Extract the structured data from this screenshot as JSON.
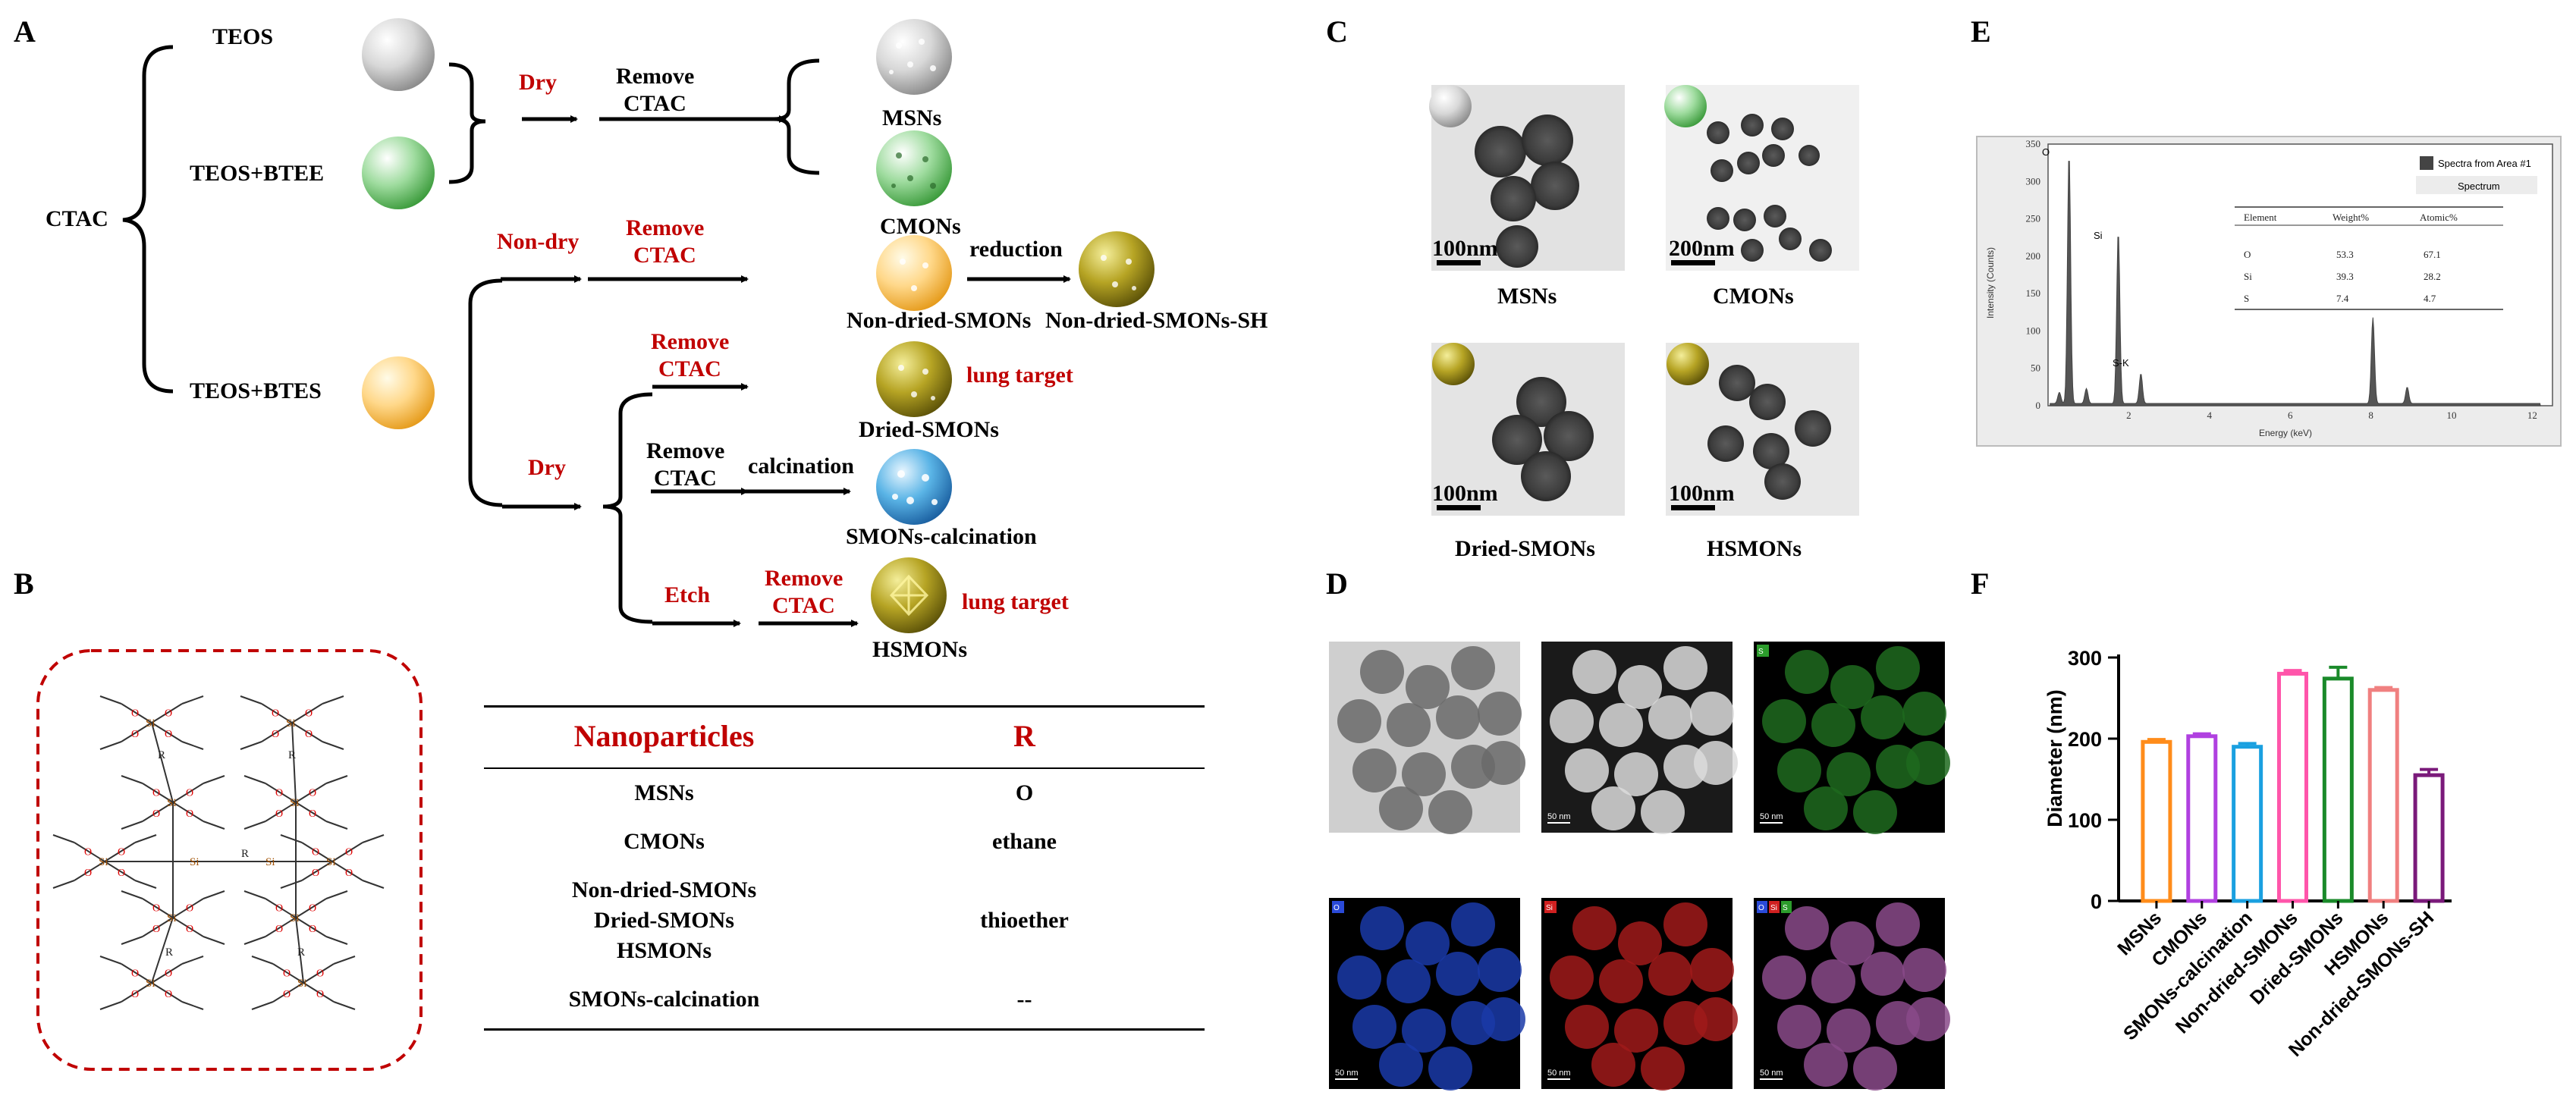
{
  "panels": {
    "A": "A",
    "B": "B",
    "C": "C",
    "D": "D",
    "E": "E",
    "F": "F"
  },
  "scheme": {
    "ctac": "CTAC",
    "teos": "TEOS",
    "teos_btee": "TEOS+BTEE",
    "teos_btes": "TEOS+BTES",
    "dry1": "Dry",
    "remove1_l1": "Remove",
    "remove1_l2": "CTAC",
    "msns": "MSNs",
    "cmons": "CMONs",
    "nondry": "Non-dry",
    "remove2_l1": "Remove",
    "remove2_l2": "CTAC",
    "reduction": "reduction",
    "nondried_smons": "Non-dried-SMONs",
    "nondried_smons_sh": "Non-dried-SMONs-SH",
    "dry2": "Dry",
    "remove3_l1": "Remove",
    "remove3_l2": "CTAC",
    "dried_smons": "Dried-SMONs",
    "lung_target1": "lung target",
    "remove4_l1": "Remove",
    "remove4_l2": "CTAC",
    "calcination": "calcination",
    "smons_calcination": "SMONs-calcination",
    "etch": "Etch",
    "remove5_l1": "Remove",
    "remove5_l2": "CTAC",
    "lung_target2": "lung target",
    "hsmons": "HSMONs"
  },
  "structure": {
    "si": "Si",
    "o": "O",
    "r": "R"
  },
  "table": {
    "headers": [
      "Nanoparticles",
      "R"
    ],
    "rows": [
      {
        "name_lines": [
          "MSNs"
        ],
        "r": "O"
      },
      {
        "name_lines": [
          "CMONs"
        ],
        "r": "ethane"
      },
      {
        "name_lines": [
          "Non-dried-SMONs",
          "Dried-SMONs",
          "HSMONs"
        ],
        "r": "thioether"
      },
      {
        "name_lines": [
          "SMONs-calcination"
        ],
        "r": "--"
      }
    ]
  },
  "tem": {
    "items": [
      {
        "label": "MSNs",
        "scale": "100nm"
      },
      {
        "label": "CMONs",
        "scale": "200nm"
      },
      {
        "label": "Dried-SMONs",
        "scale": "100nm"
      },
      {
        "label": "HSMONs",
        "scale": "100nm"
      }
    ]
  },
  "mapping": {
    "scale": "50 nm",
    "tags": {
      "si": "Si",
      "o": "O",
      "s": "S"
    }
  },
  "eds": {
    "y_axis_label": "Intensity (Counts)",
    "x_axis_label": "Energy (keV)",
    "y_ticks": [
      "0",
      "50",
      "100",
      "150",
      "200",
      "250",
      "300",
      "350"
    ],
    "x_ticks": [
      "2",
      "4",
      "6",
      "8",
      "10",
      "12"
    ],
    "legend_series": "Spectra from Area #1",
    "legend_sub": "Spectrum",
    "peak_labels": {
      "o": "O",
      "si": "Si",
      "sk": "S-K"
    },
    "table_headers": [
      "Element",
      "Weight%",
      "Atomic%"
    ],
    "table_rows": [
      [
        "O",
        "53.3",
        "67.1"
      ],
      [
        "Si",
        "39.3",
        "28.2"
      ],
      [
        "S",
        "7.4",
        "4.7"
      ]
    ]
  },
  "chart_data": {
    "type": "bar",
    "categories": [
      "MSNs",
      "CMONs",
      "SMONs-calcination",
      "Non-dried-SMONs",
      "Dried-SMONs",
      "HSMONs",
      "Non-dried-SMONs-SH"
    ],
    "values": [
      196,
      203,
      190,
      280,
      274,
      260,
      155
    ],
    "errors": [
      3,
      3,
      4,
      4,
      14,
      3,
      7
    ],
    "colors": [
      "#ff8c1a",
      "#b040e0",
      "#1aa0e0",
      "#ff55aa",
      "#1a8a2a",
      "#f08080",
      "#7a1a7a"
    ],
    "ylabel": "Diameter (nm)",
    "ylim": [
      0,
      300
    ],
    "yticks": [
      0,
      100,
      200,
      300
    ]
  }
}
